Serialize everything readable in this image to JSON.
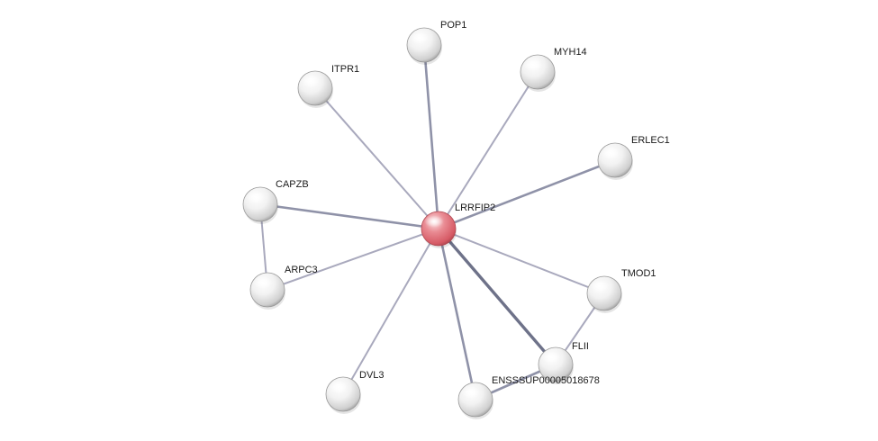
{
  "network": {
    "nodes": [
      {
        "id": "LRRFIP2",
        "label": "LRRFIP2",
        "query": true
      },
      {
        "id": "POP1",
        "label": "POP1",
        "query": false
      },
      {
        "id": "MYH14",
        "label": "MYH14",
        "query": false
      },
      {
        "id": "ITPR1",
        "label": "ITPR1",
        "query": false
      },
      {
        "id": "ERLEC1",
        "label": "ERLEC1",
        "query": false
      },
      {
        "id": "CAPZB",
        "label": "CAPZB",
        "query": false
      },
      {
        "id": "ARPC3",
        "label": "ARPC3",
        "query": false
      },
      {
        "id": "TMOD1",
        "label": "TMOD1",
        "query": false
      },
      {
        "id": "FLII",
        "label": "FLII",
        "query": false
      },
      {
        "id": "DVL3",
        "label": "DVL3",
        "query": false
      },
      {
        "id": "ENSSSUP00005018678",
        "label": "ENSSSUP00005018678",
        "query": false
      }
    ],
    "edges": [
      {
        "source": "LRRFIP2",
        "target": "POP1",
        "strength": "medium"
      },
      {
        "source": "LRRFIP2",
        "target": "MYH14",
        "strength": "weak"
      },
      {
        "source": "LRRFIP2",
        "target": "ITPR1",
        "strength": "weak"
      },
      {
        "source": "LRRFIP2",
        "target": "ERLEC1",
        "strength": "medium"
      },
      {
        "source": "LRRFIP2",
        "target": "CAPZB",
        "strength": "medium"
      },
      {
        "source": "LRRFIP2",
        "target": "ARPC3",
        "strength": "weak"
      },
      {
        "source": "LRRFIP2",
        "target": "TMOD1",
        "strength": "weak"
      },
      {
        "source": "LRRFIP2",
        "target": "FLII",
        "strength": "strong"
      },
      {
        "source": "LRRFIP2",
        "target": "DVL3",
        "strength": "weak"
      },
      {
        "source": "LRRFIP2",
        "target": "ENSSSUP00005018678",
        "strength": "medium"
      },
      {
        "source": "CAPZB",
        "target": "ARPC3",
        "strength": "weak"
      },
      {
        "source": "TMOD1",
        "target": "FLII",
        "strength": "weak"
      },
      {
        "source": "FLII",
        "target": "ENSSSUP00005018678",
        "strength": "medium"
      }
    ],
    "colors": {
      "query_node": "#e0707a",
      "partner_node": "#e8e8e8",
      "edge_weak": "#a9a9bd",
      "edge_medium": "#8f92a8",
      "edge_strong": "#6e7289"
    }
  }
}
